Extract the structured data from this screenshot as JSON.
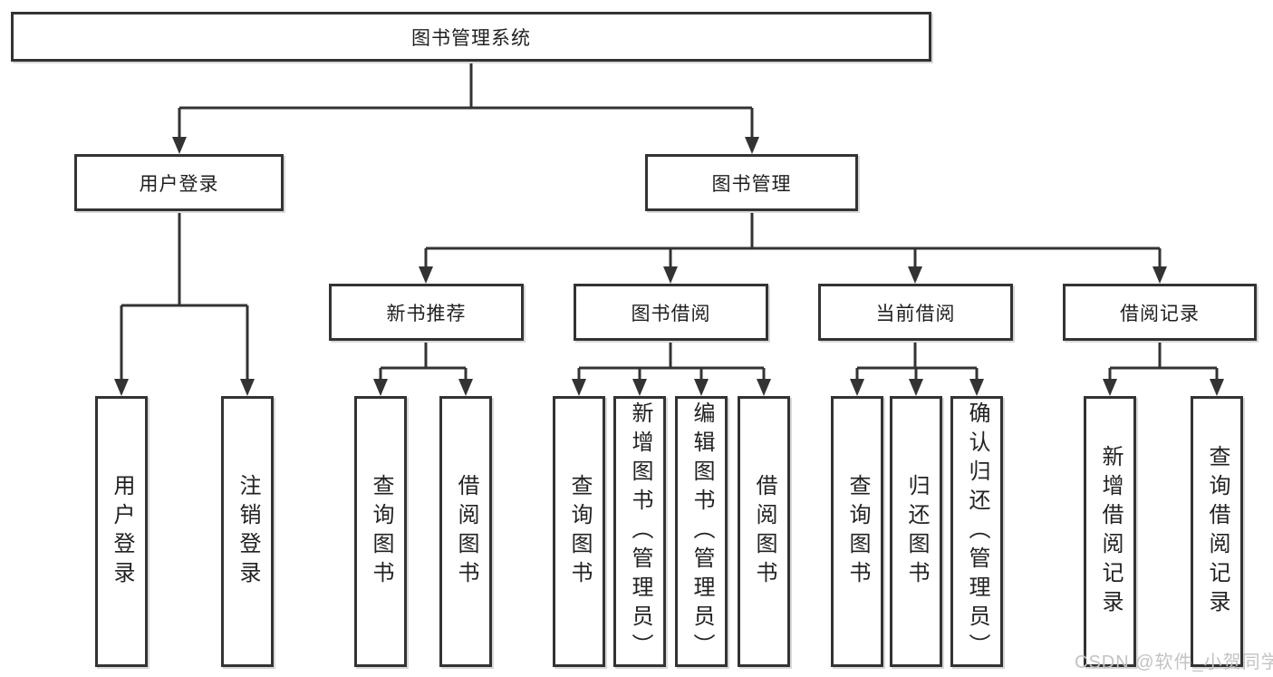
{
  "diagram": {
    "root": {
      "label": "图书管理系统"
    },
    "level2": [
      {
        "label": "用户登录"
      },
      {
        "label": "图书管理"
      }
    ],
    "level3": [
      {
        "label": "新书推荐"
      },
      {
        "label": "图书借阅"
      },
      {
        "label": "当前借阅"
      },
      {
        "label": "借阅记录"
      }
    ],
    "leaves": {
      "login": [
        "用户登录",
        "注销登录"
      ],
      "newbook": [
        "查询图书",
        "借阅图书"
      ],
      "borrow": [
        "查询图书",
        "新增图书（管理员）",
        "编辑图书（管理员）",
        "借阅图书"
      ],
      "current": [
        "查询图书",
        "归还图书",
        "确认归还（管理员）"
      ],
      "records": [
        "新增借阅记录",
        "查询借阅记录"
      ]
    }
  },
  "watermark": "CSDN @软件_小贺同学",
  "colors": {
    "line": "#333333",
    "box_border": "#333333",
    "text": "#1f1f1f",
    "watermark": "#c3c3c3",
    "background": "#ffffff"
  }
}
